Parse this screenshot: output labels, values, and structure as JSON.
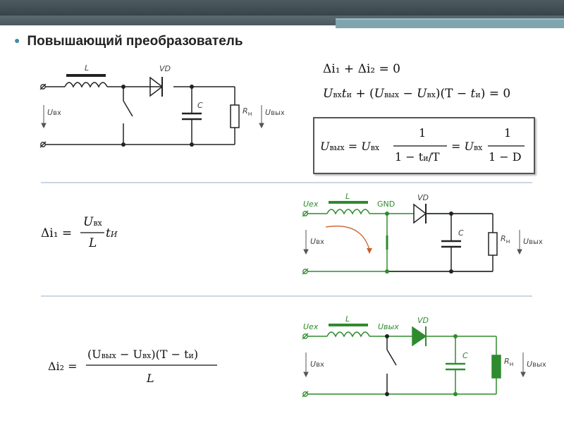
{
  "slide": {
    "title": "Повышающий преобразователь"
  },
  "circuit1": {
    "label_L": "L",
    "label_VD": "VD",
    "label_C": "C",
    "label_R": "R",
    "label_R_sub": "н",
    "label_Uin": "U",
    "label_Uin_sub": "вх",
    "label_Uout": "U",
    "label_Uout_sub": "вых"
  },
  "circuit2": {
    "label_Uex": "Uex",
    "label_L": "L",
    "label_GND": "GND",
    "label_VD": "VD",
    "label_C": "C",
    "label_R": "R",
    "label_R_sub": "н",
    "label_Uin": "U",
    "label_Uin_sub": "вх",
    "label_Uout": "U",
    "label_Uout_sub": "вых",
    "color": "#2e8b2e",
    "arrow_color": "#c8612a"
  },
  "circuit3": {
    "label_Uex": "Uex",
    "label_L": "L",
    "label_Uvyx": "Uвых",
    "label_VD": "VD",
    "label_C": "C",
    "label_R": "R",
    "label_R_sub": "н",
    "label_Uin": "U",
    "label_Uin_sub": "вх",
    "label_Uout": "U",
    "label_Uout_sub": "вых",
    "color": "#2e8b2e"
  },
  "equations": {
    "eq1": "Δi₁ + Δi₂ = 0",
    "eq2_a": "U",
    "eq2_a_sub": "вх",
    "eq2_b": "t",
    "eq2_b_sub": "и",
    "eq2_c": " + (",
    "eq2_d_sub": "вых",
    "eq2_e": " − ",
    "eq2_f": ")(T − ",
    "eq2_g": ") = 0",
    "eq3_lhs_sub": "вых",
    "eq3_num": "1",
    "eq3_den_a": "1 − t",
    "eq3_den_sub": "и",
    "eq3_den_b": "/T",
    "eq3_den2": "1 − D",
    "eq4_lhs": "Δi₁ =",
    "eq4_num_sub": "вх",
    "eq4_den": "L",
    "eq4_t_sub": "И",
    "eq5_lhs": "Δi₂ =",
    "eq5_num": "(U",
    "eq5_num_b": " − U",
    "eq5_num_c": ")(T − t",
    "eq5_num_d": ")",
    "eq5_den": "L"
  }
}
